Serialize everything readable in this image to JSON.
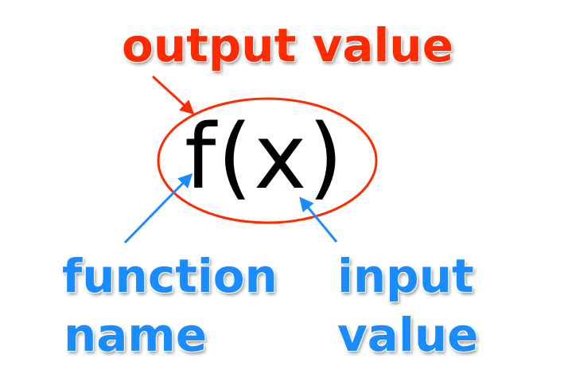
{
  "output_label": "output value",
  "expression": "f(x)",
  "function_label": {
    "line1": "function",
    "line2": "name"
  },
  "input_label": {
    "line1": "input",
    "line2": "value"
  },
  "colors": {
    "output": "#ff2a00",
    "function": "#1a8cff",
    "input": "#1a8cff",
    "expression": "#000000"
  }
}
